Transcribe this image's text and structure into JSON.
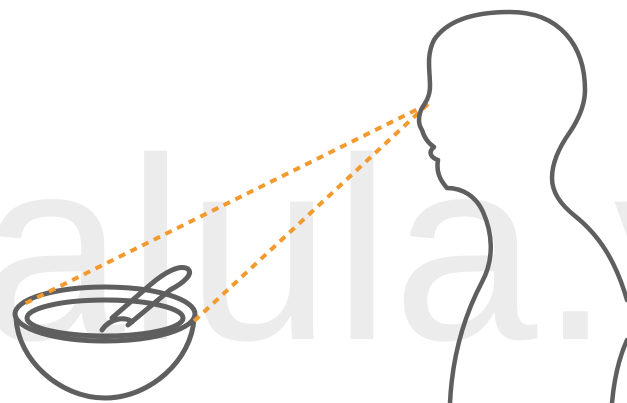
{
  "watermark": {
    "text": "alula.v",
    "color": "#ececec"
  },
  "colors": {
    "outline": "#5f5f5f",
    "sight_line": "#f29a2e",
    "background": "#ffffff"
  },
  "icons": [
    "person-head-silhouette",
    "soup-bowl-with-spoon",
    "sight-lines"
  ]
}
